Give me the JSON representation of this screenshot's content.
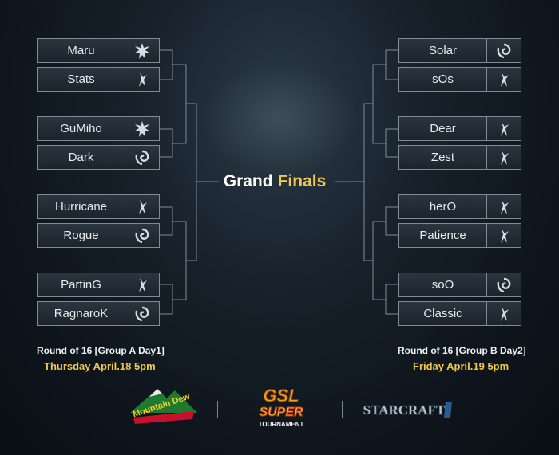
{
  "title": {
    "part1": "Grand",
    "part2": "Finals"
  },
  "left_players": [
    {
      "name": "Maru",
      "race": "terran"
    },
    {
      "name": "Stats",
      "race": "protoss"
    },
    {
      "name": "GuMiho",
      "race": "terran"
    },
    {
      "name": "Dark",
      "race": "zerg"
    },
    {
      "name": "Hurricane",
      "race": "protoss"
    },
    {
      "name": "Rogue",
      "race": "zerg"
    },
    {
      "name": "PartinG",
      "race": "protoss"
    },
    {
      "name": "RagnaroK",
      "race": "zerg"
    }
  ],
  "right_players": [
    {
      "name": "Solar",
      "race": "zerg"
    },
    {
      "name": "sOs",
      "race": "protoss"
    },
    {
      "name": "Dear",
      "race": "protoss"
    },
    {
      "name": "Zest",
      "race": "protoss"
    },
    {
      "name": "herO",
      "race": "protoss"
    },
    {
      "name": "Patience",
      "race": "protoss"
    },
    {
      "name": "soO",
      "race": "zerg"
    },
    {
      "name": "Classic",
      "race": "protoss"
    }
  ],
  "group_a": {
    "label": "Round of 16 [Group A Day1]",
    "date": "Thursday April.18  5pm"
  },
  "group_b": {
    "label": "Round of 16 [Group B Day2]",
    "date": "Friday April.19  5pm"
  },
  "logos": {
    "mountain_dew": "Mountain Dew",
    "gsl_top": "GSL",
    "gsl_mid": "SUPER",
    "gsl_bottom": "TOURNAMENT",
    "starcraft": "STARCRAFT"
  },
  "colors": {
    "accent": "#f0c84a",
    "line": "#7f8c96",
    "box": "#1e2831"
  }
}
